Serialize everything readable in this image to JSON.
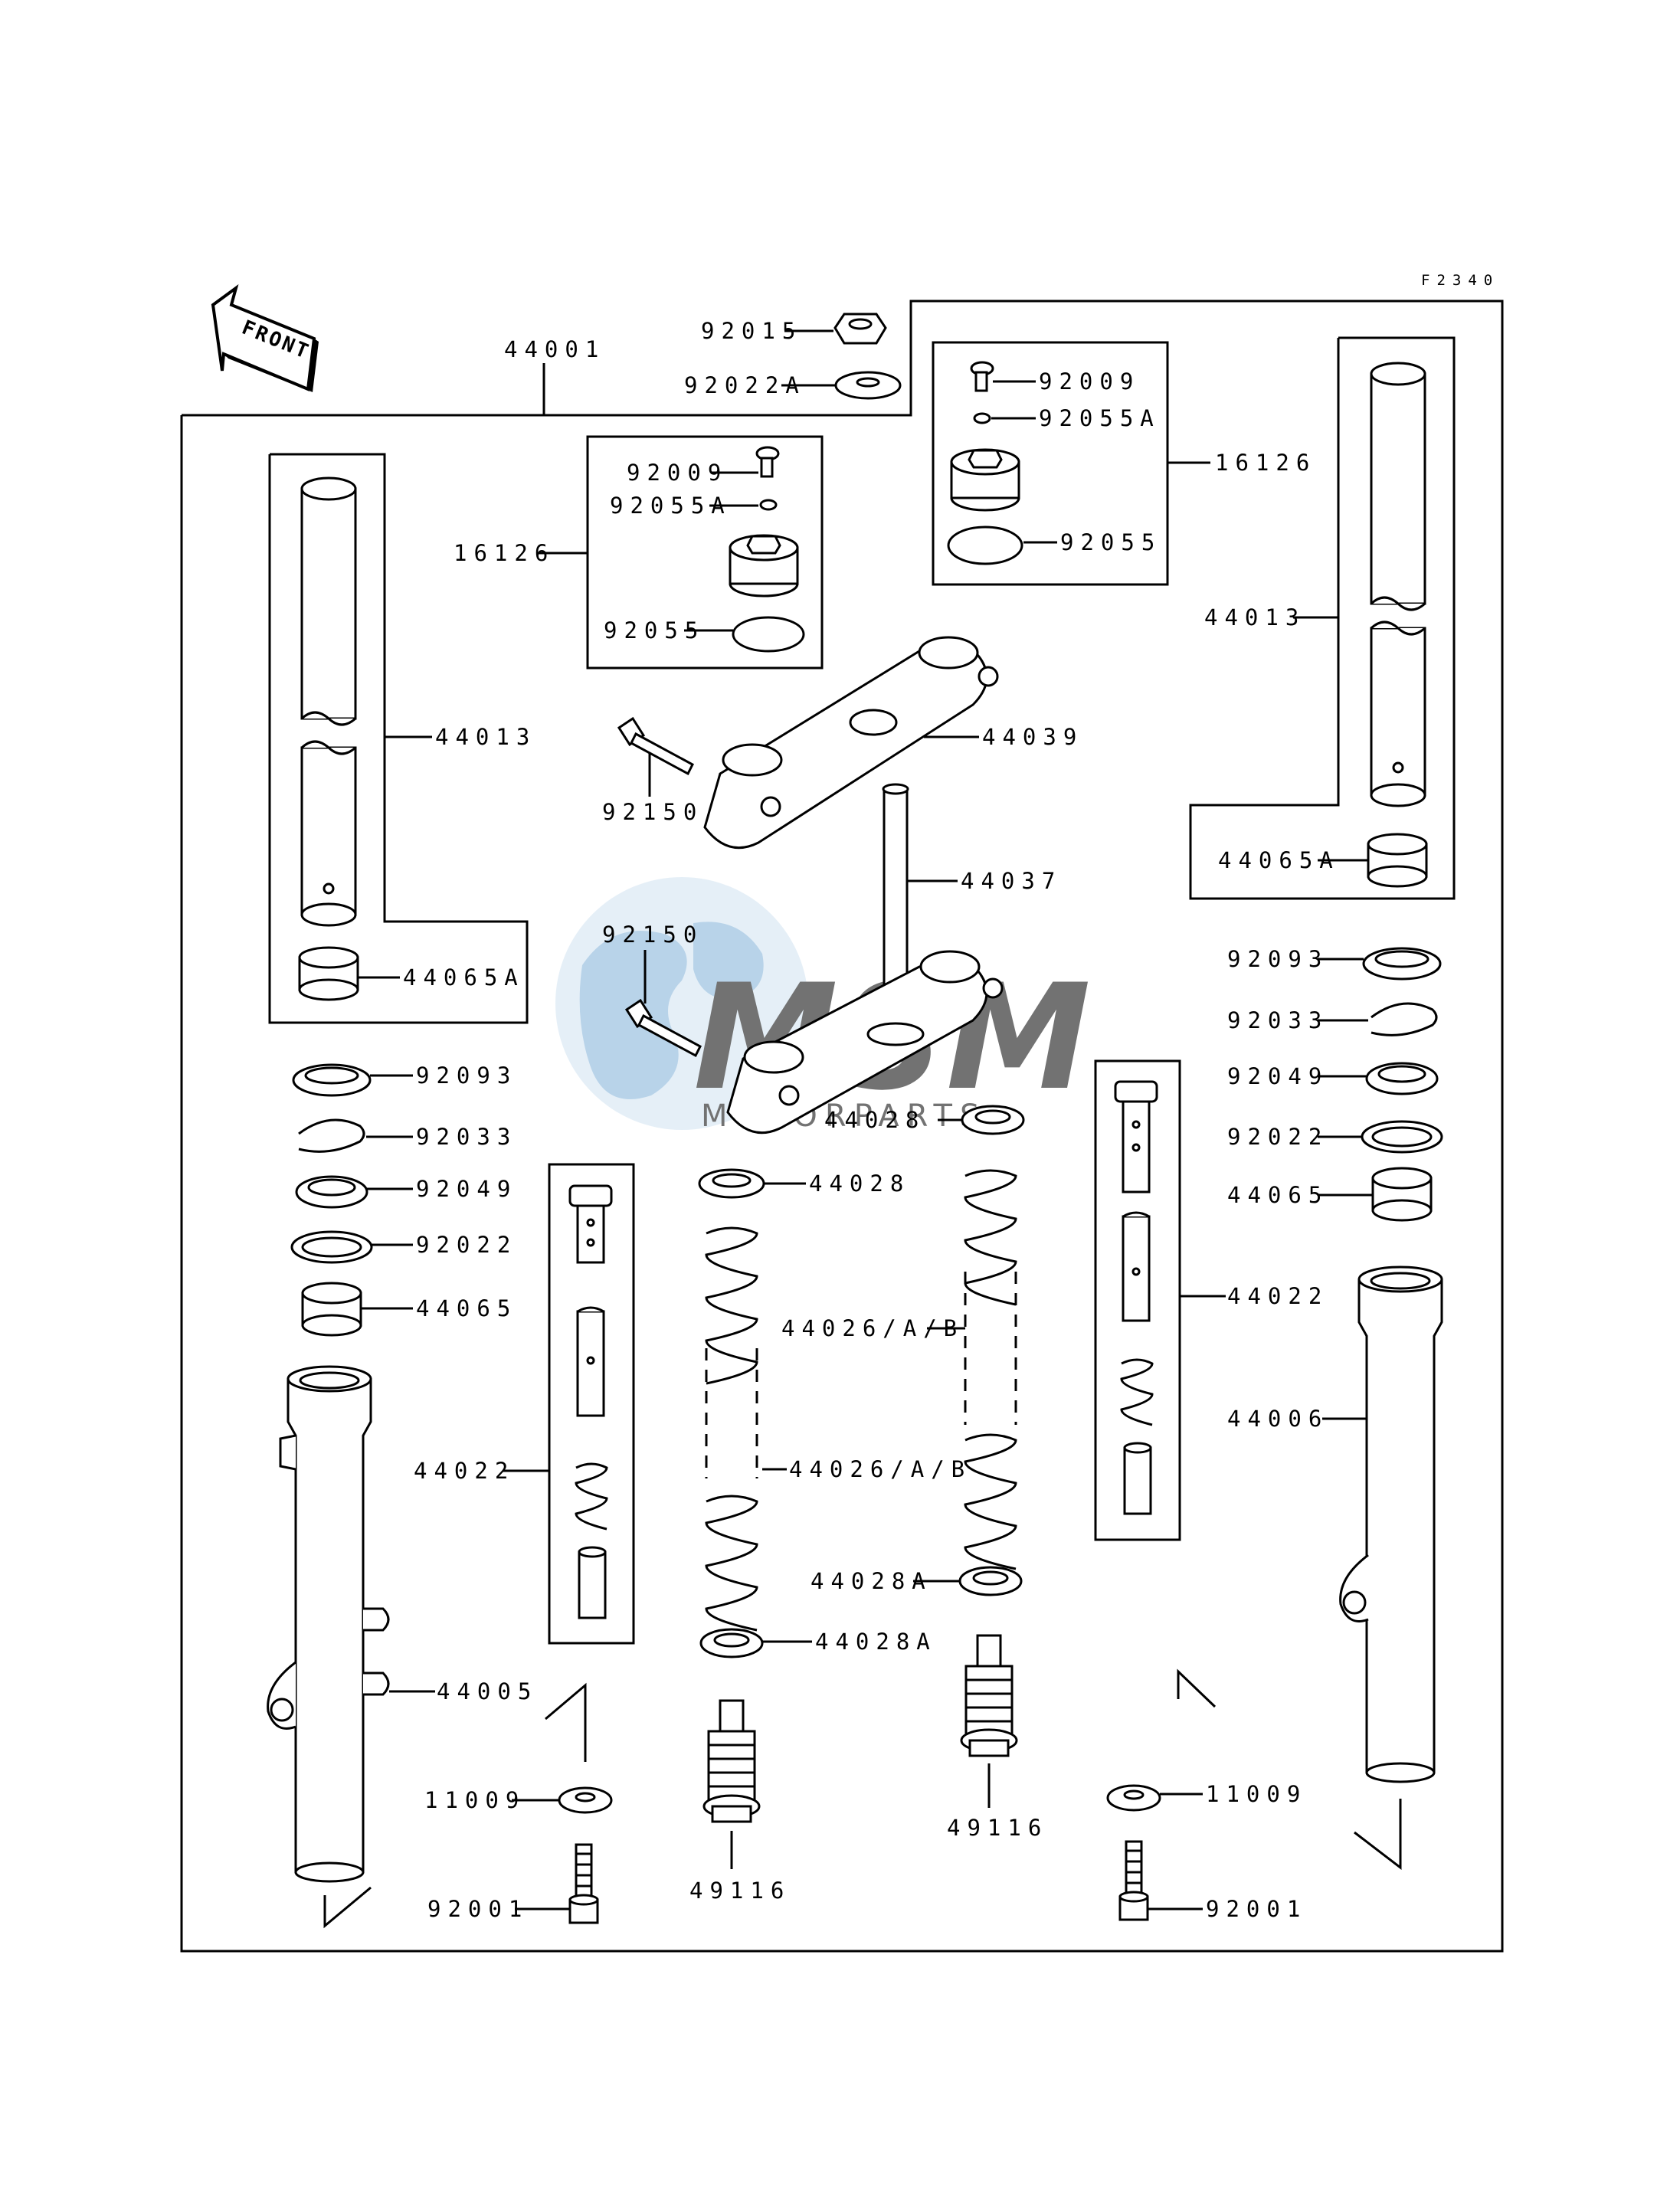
{
  "figure_code": "F2340",
  "front_label": "FRONT",
  "watermark": {
    "brand": "MSM",
    "subtitle": "MOTORPARTS",
    "color": "#a9cbe6"
  },
  "labels": {
    "l_44001": "44001",
    "l_92015": "92015",
    "l_92022A_top": "92022A",
    "l_92009_c": "92009",
    "l_92055A_c": "92055A",
    "l_16126_c": "16126",
    "l_92055_c": "92055",
    "l_92009_r": "92009",
    "l_92055A_r": "92055A",
    "l_16126_r": "16126",
    "l_92055_r": "92055",
    "l_44013_l": "44013",
    "l_44065A_l": "44065A",
    "l_44013_r": "44013",
    "l_44065A_r": "44065A",
    "l_44039": "44039",
    "l_92150_a": "92150",
    "l_92150_b": "92150",
    "l_44037": "44037",
    "l_44028_a": "44028",
    "l_44028_b": "44028",
    "l_92093_l": "92093",
    "l_92033_l": "92033",
    "l_92049_l": "92049",
    "l_92022_l": "92022",
    "l_44065_l": "44065",
    "l_92093_r": "92093",
    "l_92033_r": "92033",
    "l_92049_r": "92049",
    "l_92022_r": "92022",
    "l_44065_r": "44065",
    "l_44026_a": "44026/A/B",
    "l_44026_b": "44026/A/B",
    "l_44022_l": "44022",
    "l_44022_r": "44022",
    "l_44006": "44006",
    "l_44005": "44005",
    "l_44028A_a": "44028A",
    "l_44028A_b": "44028A",
    "l_11009_l": "11009",
    "l_11009_r": "11009",
    "l_49116_a": "49116",
    "l_49116_b": "49116",
    "l_92001_l": "92001",
    "l_92001_r": "92001"
  }
}
